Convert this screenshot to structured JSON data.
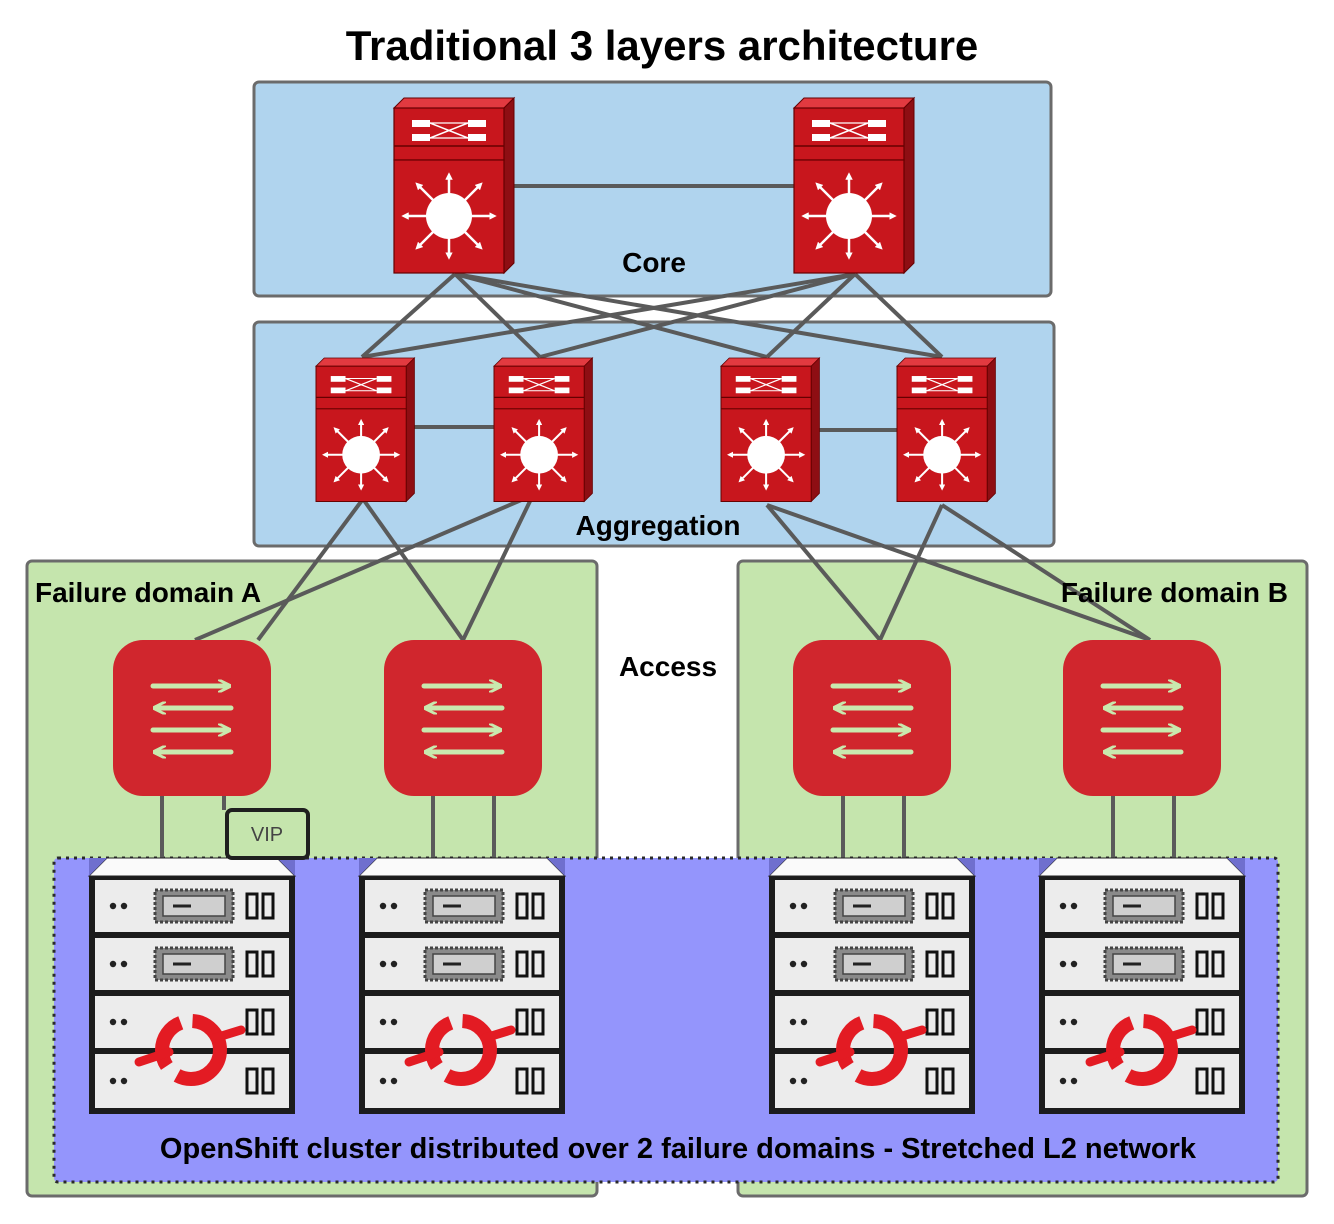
{
  "title": "Traditional 3 layers architecture",
  "layers": {
    "core": "Core",
    "aggregation": "Aggregation",
    "access": "Access"
  },
  "domains": {
    "a": "Failure domain A",
    "b": "Failure domain B"
  },
  "vip": "VIP",
  "cluster_caption": "OpenShift cluster distributed over 2 failure domains - Stretched L2 network",
  "colors": {
    "core_zone": "#b0d4ee",
    "domain_zone": "#c5e5ad",
    "cluster_zone": "#9495fc",
    "device_red": "#c8161d",
    "device_red_dark": "#9a0f14",
    "access_red": "#d0262d",
    "arrow_green": "#c9e9ae",
    "link_gray": "#5a5a5a",
    "caption_text": "#3c3e6e"
  },
  "icons": {
    "core_switch": "layer3-switch-icon",
    "access_switch": "layer2-switch-icon",
    "server": "server-rack-icon",
    "openshift": "openshift-logo-icon"
  }
}
